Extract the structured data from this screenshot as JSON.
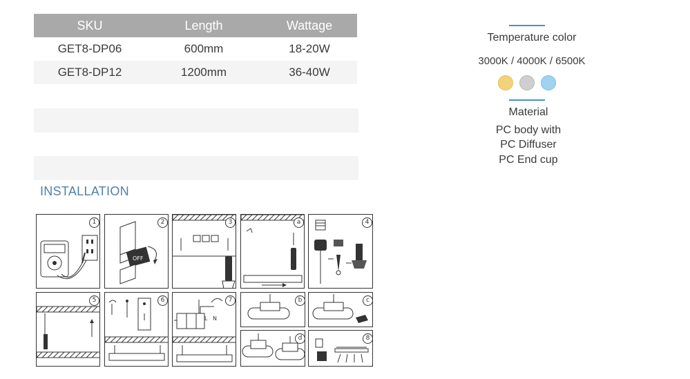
{
  "spec_table": {
    "headers": [
      "SKU",
      "Length",
      "Wattage"
    ],
    "rows": [
      [
        "GET8-DP06",
        "600mm",
        "18-20W"
      ],
      [
        "GET8-DP12",
        "1200mm",
        "36-40W"
      ]
    ]
  },
  "installation": {
    "title": "INSTALLATION",
    "steps": [
      "1",
      "2",
      "3",
      "a",
      "4",
      "5",
      "6",
      "7",
      "b",
      "c",
      "d",
      "8"
    ],
    "switch_text": "OFF",
    "wire_labels": [
      "L",
      "N"
    ]
  },
  "info": {
    "temperature_label": "Temperature color",
    "temperature_values": "3000K / 4000K / 6500K",
    "swatches": [
      {
        "name": "warm-white",
        "color": "#f2d27a"
      },
      {
        "name": "neutral-white",
        "color": "#cfcfcf"
      },
      {
        "name": "cool-white",
        "color": "#9fd3ef"
      }
    ],
    "material_label": "Material",
    "material_lines": [
      "PC body with",
      "PC Diffuser",
      "PC End cup"
    ]
  },
  "colors": {
    "accent": "#4a8fc4",
    "header_bg": "#a9a9a9",
    "row_shade": "#f4f4f4",
    "title_blue": "#4f7fa8"
  }
}
